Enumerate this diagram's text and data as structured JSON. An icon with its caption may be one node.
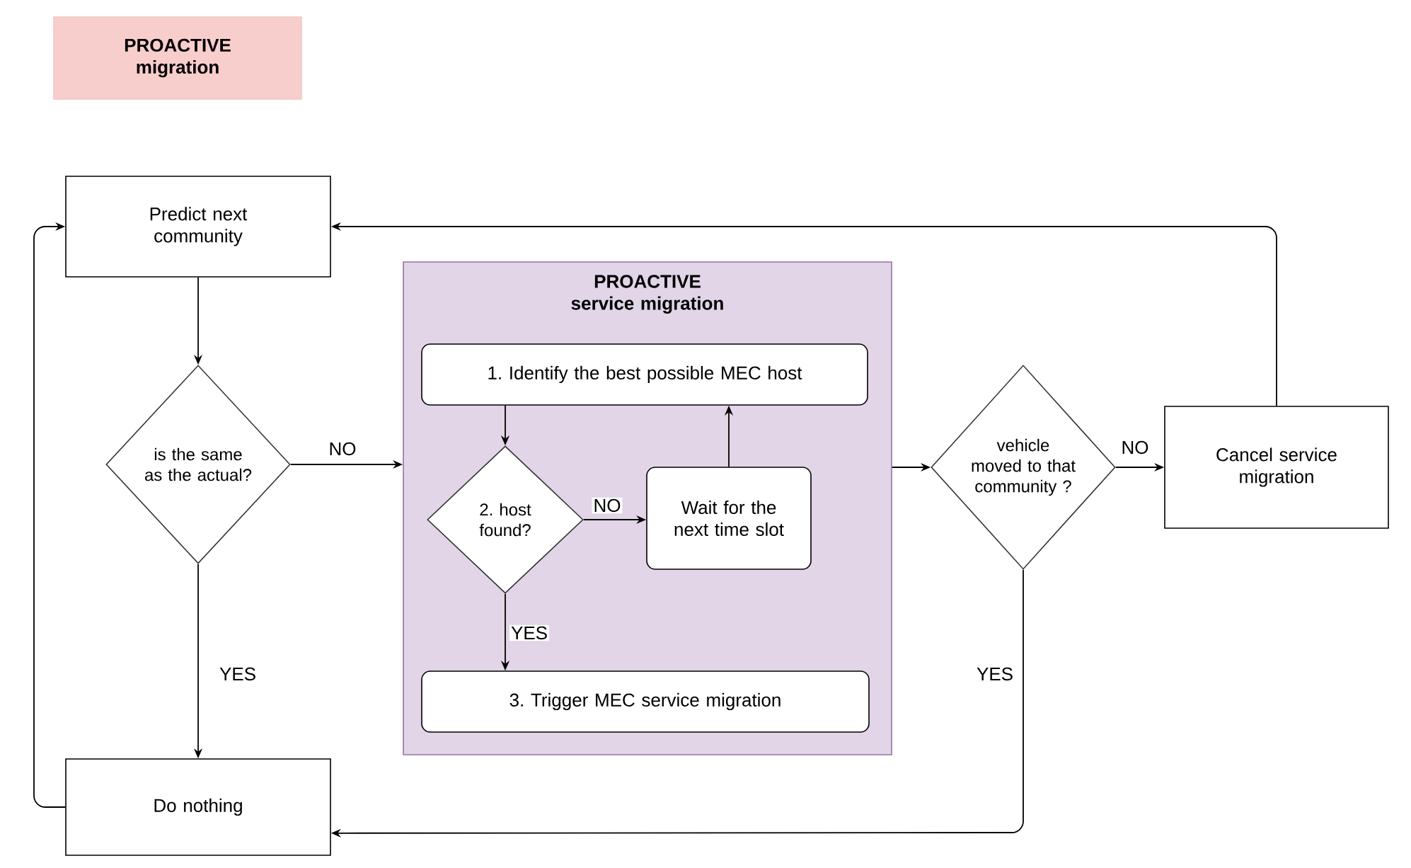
{
  "diagram": {
    "nodes": [
      {
        "text": [
          "PROACTIVE migration"
        ]
      },
      {
        "text": [
          "Predict next community"
        ]
      },
      {
        "text": [
          "is the same as the actual?"
        ]
      },
      {
        "text": [
          "PROACTIVE service migration"
        ]
      },
      {
        "text": [
          "1. Identify the best possible MEC host"
        ],
        "in": 3
      },
      {
        "text": [
          "2. host found?"
        ],
        "in": 3
      },
      {
        "text": [
          "Wait for the next time slot"
        ],
        "in": 3
      },
      {
        "text": [
          "3. Trigger MEC service migration"
        ],
        "in": 3
      },
      {
        "text": [
          "vehicle moved to that community ?"
        ]
      },
      {
        "text": [
          "Cancel service migration"
        ]
      },
      {
        "text": [
          "Do nothing"
        ]
      }
    ],
    "edges": [
      {
        "from": 1,
        "to": 2,
        "arrow": "to"
      },
      {
        "from": 2,
        "to": 3,
        "arrow": "to",
        "label": "NO"
      },
      {
        "from": 2,
        "to": 10,
        "arrow": "to",
        "label": "YES"
      },
      {
        "from": 10,
        "to": 1,
        "arrow": "to"
      },
      {
        "from": 4,
        "to": 5,
        "arrow": "to"
      },
      {
        "from": 5,
        "to": 6,
        "arrow": "to",
        "label": "NO"
      },
      {
        "from": 6,
        "to": 4,
        "arrow": "to"
      },
      {
        "from": 5,
        "to": 7,
        "arrow": "to",
        "label": "YES"
      },
      {
        "from": 3,
        "to": 8,
        "arrow": "to"
      },
      {
        "from": 8,
        "to": 9,
        "arrow": "to",
        "label": "NO"
      },
      {
        "from": 8,
        "to": 10,
        "arrow": "to",
        "label": "YES"
      },
      {
        "from": 9,
        "to": 1,
        "arrow": "to"
      }
    ]
  }
}
